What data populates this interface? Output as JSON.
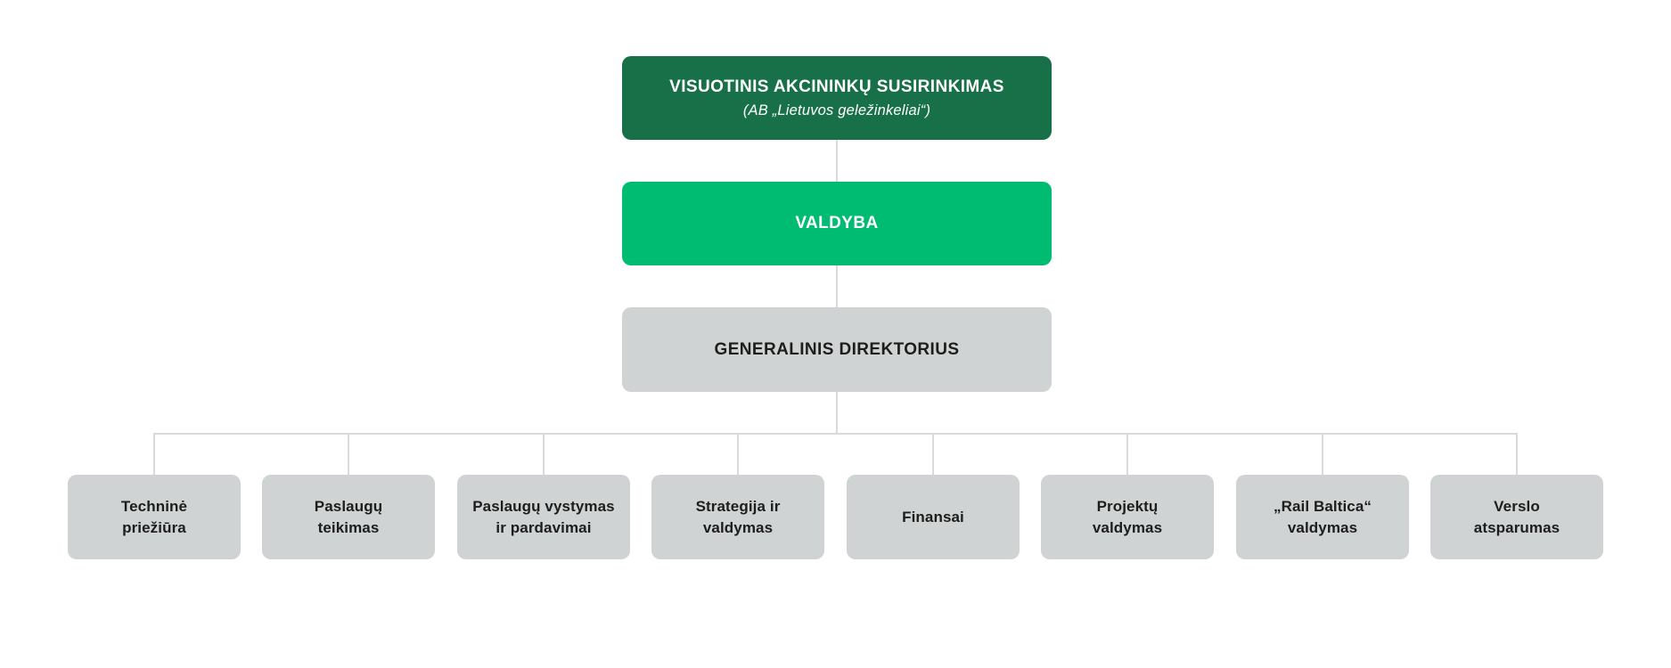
{
  "colors": {
    "dark-green": "#177048",
    "bright-green": "#00BB72",
    "box-gray": "#D0D3D4",
    "line-gray": "#D9DADB",
    "text-dark": "#1D1D1B",
    "text-light": "#FFFFFF"
  },
  "org_chart": {
    "root": {
      "title": "VISUOTINIS AKCININKŲ SUSIRINKIMAS",
      "subtitle": "(AB „Lietuvos geležinkeliai“)"
    },
    "board": {
      "label": "VALDYBA"
    },
    "ceo": {
      "label": "GENERALINIS DIREKTORIUS"
    },
    "departments": [
      {
        "label": "Techninė\npriežiūra"
      },
      {
        "label": "Paslaugų\nteikimas"
      },
      {
        "label": "Paslaugų vystymas\nir pardavimai"
      },
      {
        "label": "Strategija ir\nvaldymas"
      },
      {
        "label": "Finansai"
      },
      {
        "label": "Projektų\nvaldymas"
      },
      {
        "label": "„Rail Baltica“\nvaldymas"
      },
      {
        "label": "Verslo\natsparumas"
      }
    ]
  }
}
